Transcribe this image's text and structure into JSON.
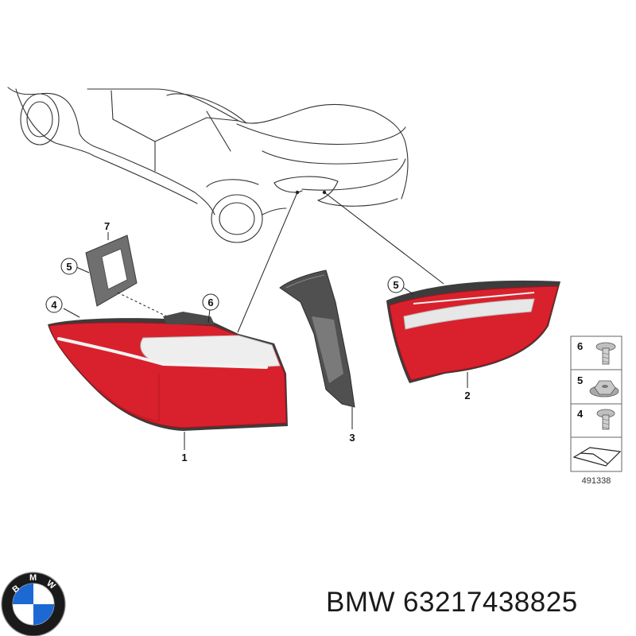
{
  "callouts": {
    "part1": "1",
    "part2": "2",
    "part3": "3",
    "part4": "4",
    "part5a": "5",
    "part5b": "5",
    "part6": "6",
    "part7": "7"
  },
  "legend": {
    "items": [
      {
        "num": "6",
        "icon": "bolt-icon"
      },
      {
        "num": "5",
        "icon": "nut-icon"
      },
      {
        "num": "4",
        "icon": "screw-icon"
      }
    ],
    "mat_icon": "mat-icon"
  },
  "diagram_id": "491338",
  "brand": {
    "logo_letters": [
      "B",
      "M",
      "W"
    ],
    "name": "BMW",
    "part_number": "63217438825"
  },
  "colors": {
    "lamp_red": "#d8212c",
    "lamp_red_dark": "#a5121b",
    "lamp_housing": "#3c3c3c",
    "bmw_blue": "#1c69d4",
    "line": "#222222"
  }
}
